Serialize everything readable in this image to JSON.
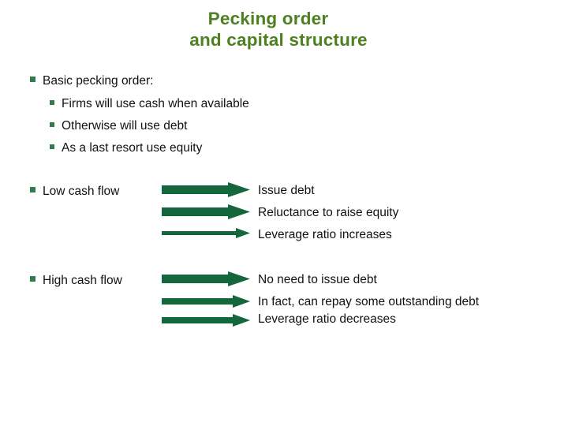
{
  "slide": {
    "background_color": "#ffffff",
    "title": {
      "line1": "Pecking order",
      "line2": "and capital structure",
      "color": "#4d8021"
    },
    "colors": {
      "title_green": "#4d8021",
      "bullet_green": "#2f7d4f",
      "arrow_green": "#14663c",
      "body_text": "#111111"
    },
    "sections": {
      "basic": {
        "heading": "Basic pecking order:",
        "items": [
          "Firms will use cash when available",
          "Otherwise will use debt",
          "As a last resort use equity"
        ]
      },
      "low_cash_flow": {
        "label": "Low cash flow",
        "consequences": [
          "Issue debt",
          "Reluctance to raise equity",
          "Leverage ratio increases"
        ],
        "arrows": [
          {
            "name": "arrow-low-1",
            "thickness": "thick"
          },
          {
            "name": "arrow-low-2",
            "thickness": "thick"
          },
          {
            "name": "arrow-low-3",
            "thickness": "thin"
          }
        ]
      },
      "high_cash_flow": {
        "label": "High cash flow",
        "consequences": [
          "No need to issue debt",
          "In fact, can repay some outstanding debt",
          "Leverage ratio decreases"
        ],
        "arrows": [
          {
            "name": "arrow-high-1",
            "thickness": "thick"
          },
          {
            "name": "arrow-high-2",
            "thickness": "medium"
          },
          {
            "name": "arrow-high-3",
            "thickness": "medium"
          }
        ]
      }
    }
  }
}
